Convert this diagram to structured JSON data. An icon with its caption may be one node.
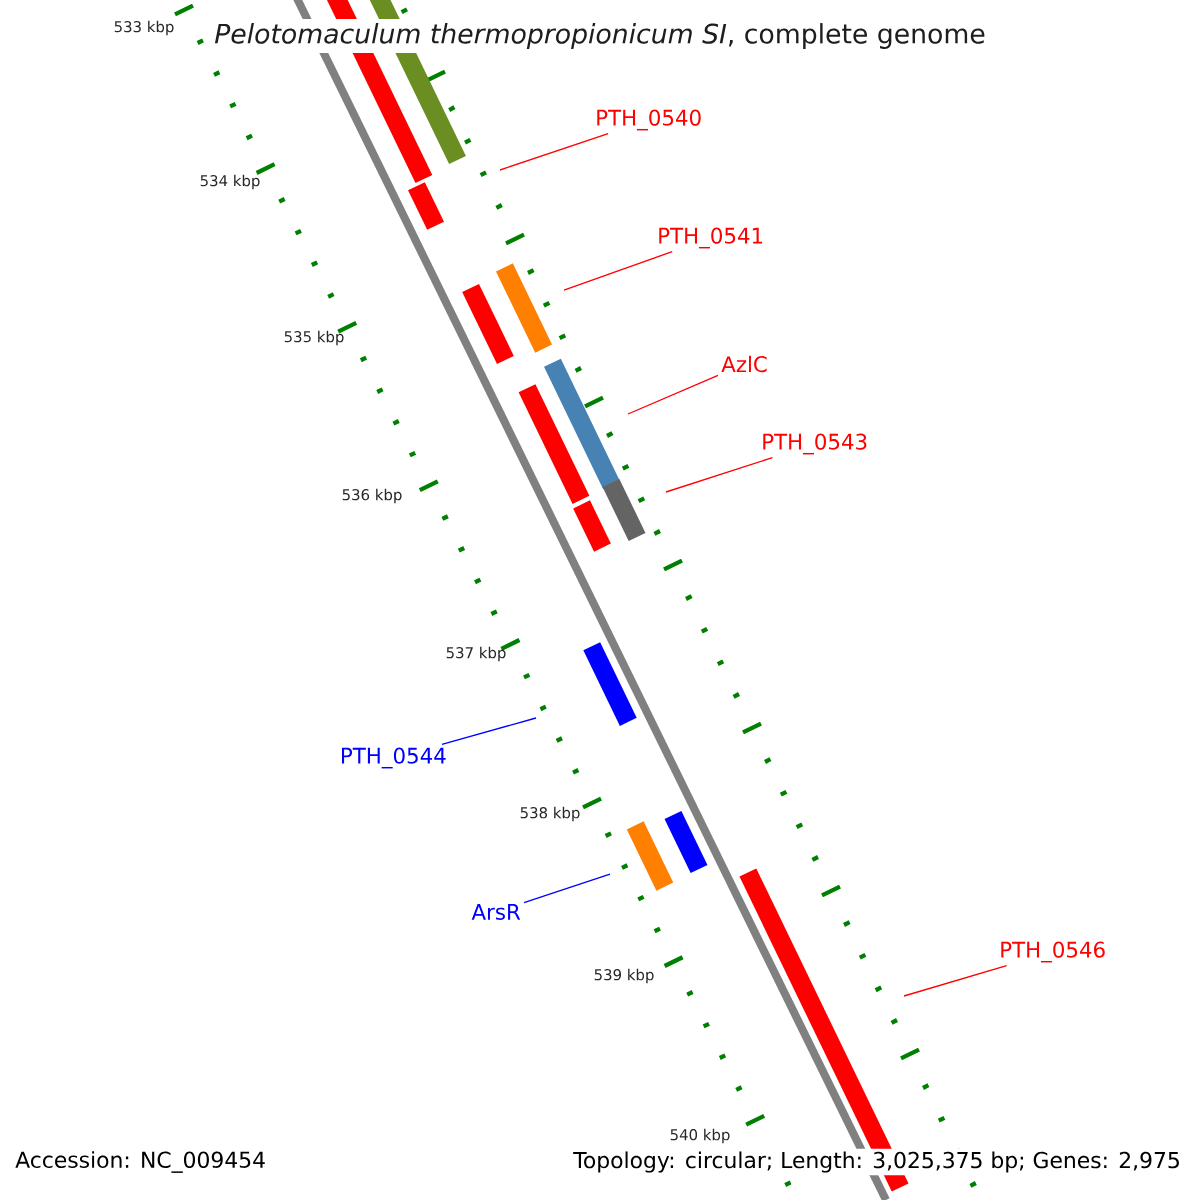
{
  "diagram": {
    "title": "*Pelotomaculum thermopropionicum SI*, complete genome",
    "nodes": [
      {
        "text": [],
        "shape": "bar"
      },
      {
        "text": [],
        "shape": "bar"
      },
      {
        "text": [],
        "shape": "bar"
      },
      {
        "text": [],
        "shape": "bar"
      },
      {
        "text": [],
        "shape": "bar"
      },
      {
        "text": [],
        "shape": "bar"
      },
      {
        "text": [],
        "shape": "bar"
      },
      {
        "text": [],
        "shape": "bar"
      },
      {
        "text": [],
        "shape": "bar"
      },
      {
        "text": [],
        "shape": "bar"
      },
      {
        "text": [],
        "shape": "bar"
      },
      {
        "text": [],
        "shape": "bar"
      },
      {
        "text": [],
        "shape": "bar"
      },
      {
        "text": [
          "PTH_0540"
        ]
      },
      {
        "text": [
          "PTH_0541"
        ]
      },
      {
        "text": [
          "AzlC"
        ]
      },
      {
        "text": [
          "PTH_0543"
        ]
      },
      {
        "text": [
          "PTH_0544"
        ]
      },
      {
        "text": [
          "ArsR"
        ]
      },
      {
        "text": [
          "PTH_0546"
        ]
      }
    ],
    "edges": [
      {
        "from": 13,
        "to": null,
        "arrow": "none"
      },
      {
        "from": 14,
        "to": null,
        "arrow": "none"
      },
      {
        "from": 15,
        "to": null,
        "arrow": "none"
      },
      {
        "from": 16,
        "to": null,
        "arrow": "none"
      },
      {
        "from": 17,
        "to": null,
        "arrow": "none",
        "color": "#0000ff"
      },
      {
        "from": 18,
        "to": null,
        "arrow": "none",
        "color": "#0000ff"
      },
      {
        "from": 19,
        "to": null,
        "arrow": "none"
      }
    ],
    "labels": [
      "533 kbp",
      "534 kbp",
      "535 kbp",
      "536 kbp",
      "537 kbp",
      "538 kbp",
      "539 kbp",
      "540 kbp",
      "Accession: NC_009454",
      "Topology: circular; Length: 3,025,375 bp; Genes: 2,975"
    ]
  }
}
